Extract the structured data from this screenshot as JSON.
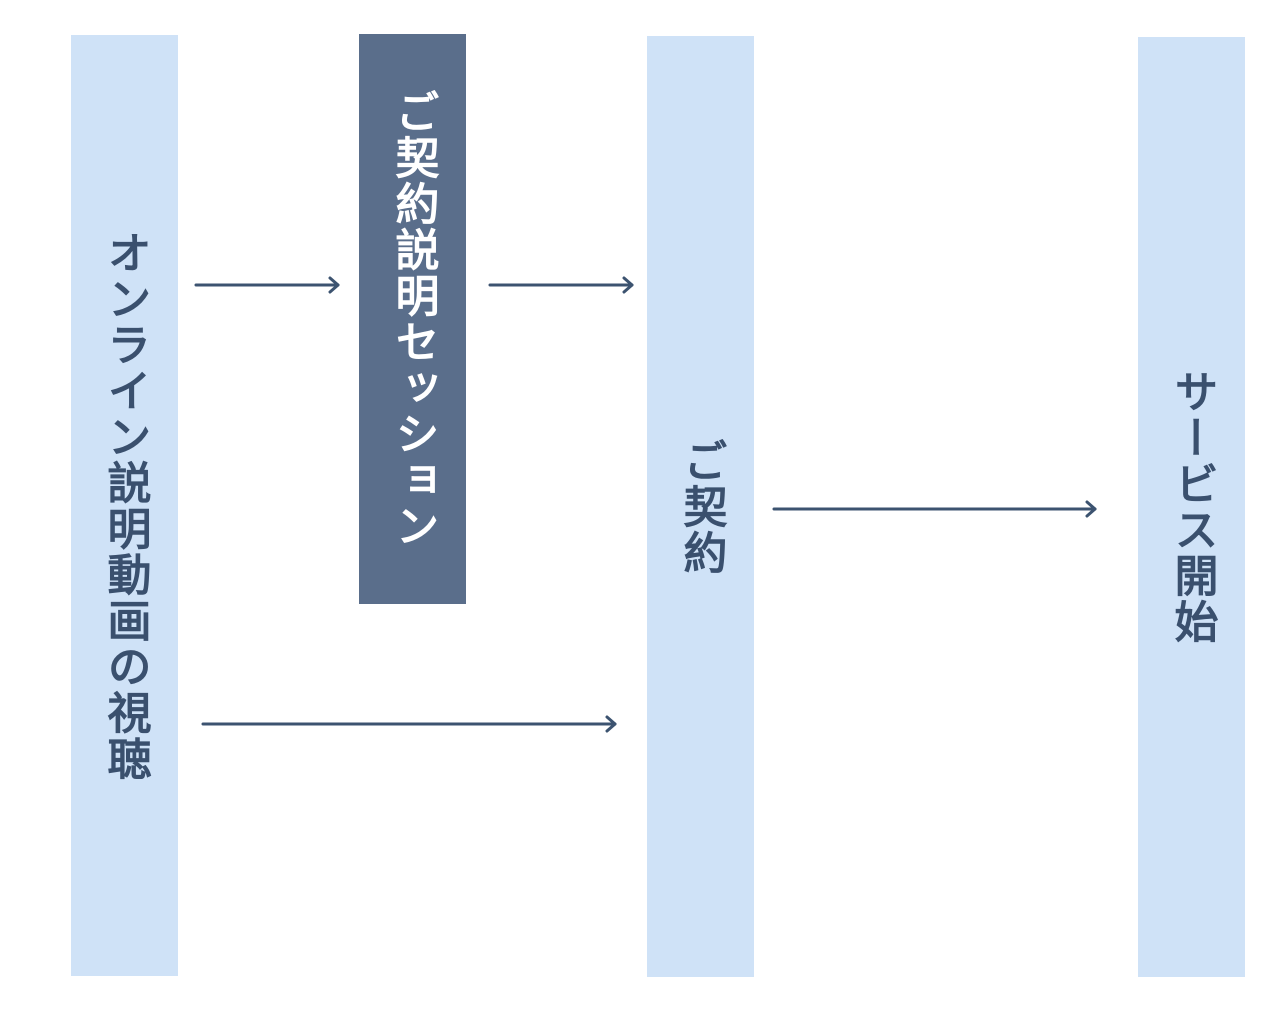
{
  "colors": {
    "light_fill": "#cfe2f7",
    "dark_fill": "#5a6e8b",
    "dark_text": "#3a506e",
    "light_text": "#ffffff",
    "arrow": "#3c5370"
  },
  "steps": {
    "online": {
      "label": "オンライン説明動画の視聴"
    },
    "session": {
      "label": "ご契約説明セッション"
    },
    "contract": {
      "label": "ご契約"
    },
    "service": {
      "label": "サービス開始"
    }
  }
}
